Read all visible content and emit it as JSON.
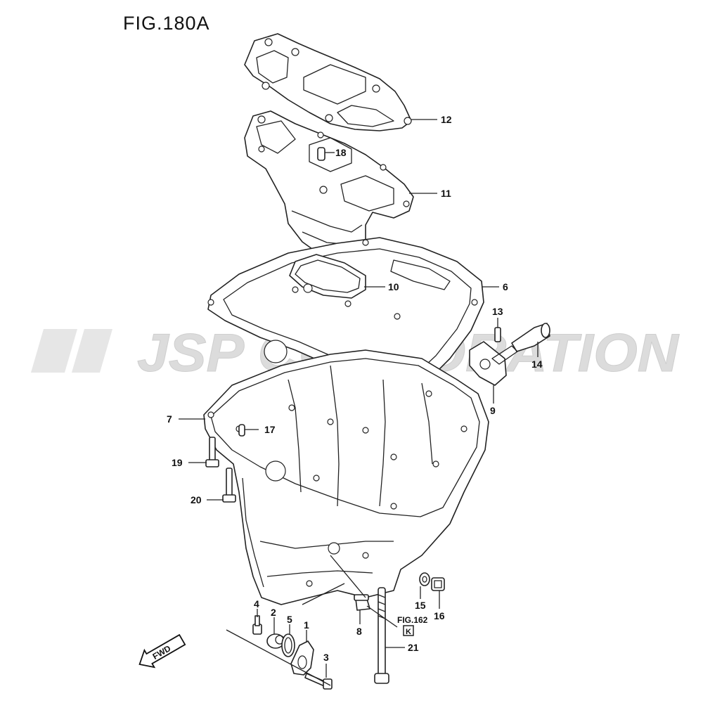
{
  "figure": {
    "title": "FIG.180A",
    "watermark": "JSP CORPORATION",
    "fwd_label": "FWD",
    "ref_fig": "FIG.162",
    "ref_box": "K"
  },
  "callouts": [
    {
      "id": "p12",
      "label": "12",
      "part": "gasket-upper"
    },
    {
      "id": "p18",
      "label": "18",
      "part": "dowel-pin"
    },
    {
      "id": "p11",
      "label": "11",
      "part": "oil-pump-case"
    },
    {
      "id": "p10",
      "label": "10",
      "part": "oring-seal"
    },
    {
      "id": "p6",
      "label": "6",
      "part": "oil-pan-gasket"
    },
    {
      "id": "p13",
      "label": "13",
      "part": "bolt"
    },
    {
      "id": "p14",
      "label": "14",
      "part": "hose-fitting"
    },
    {
      "id": "p9",
      "label": "9",
      "part": "cover-plate"
    },
    {
      "id": "p7",
      "label": "7",
      "part": "oil-pan"
    },
    {
      "id": "p17",
      "label": "17",
      "part": "dowel-pin"
    },
    {
      "id": "p19",
      "label": "19",
      "part": "bolt"
    },
    {
      "id": "p20",
      "label": "20",
      "part": "bolt"
    },
    {
      "id": "p4",
      "label": "4",
      "part": "bolt"
    },
    {
      "id": "p2",
      "label": "2",
      "part": "collar"
    },
    {
      "id": "p5",
      "label": "5",
      "part": "oring"
    },
    {
      "id": "p1",
      "label": "1",
      "part": "bracket"
    },
    {
      "id": "p3",
      "label": "3",
      "part": "bolt"
    },
    {
      "id": "p8",
      "label": "8",
      "part": "fitting"
    },
    {
      "id": "p15",
      "label": "15",
      "part": "gasket-washer"
    },
    {
      "id": "p16",
      "label": "16",
      "part": "drain-plug"
    },
    {
      "id": "p21",
      "label": "21",
      "part": "stud-bolt"
    }
  ],
  "colors": {
    "line": "#222222",
    "watermark": "#d9d9d9",
    "background": "#ffffff"
  }
}
